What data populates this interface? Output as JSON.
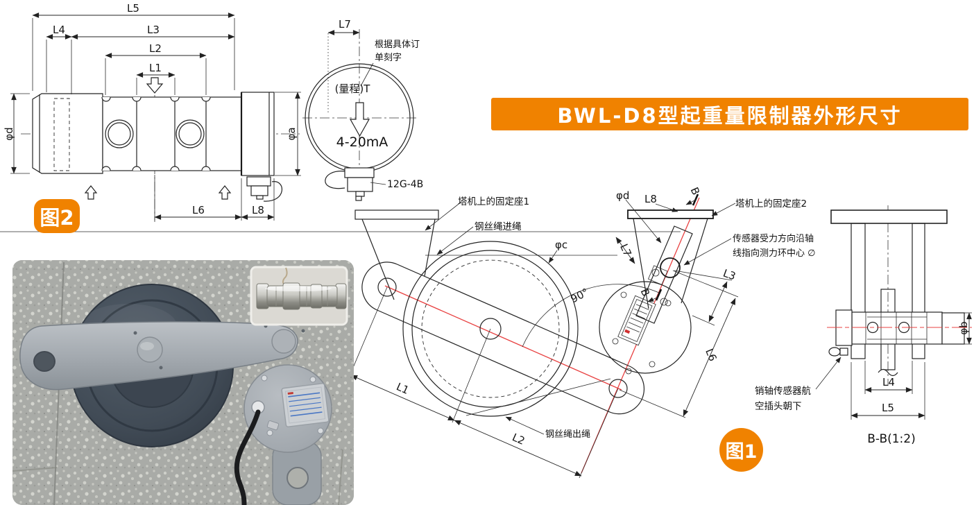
{
  "banner": {
    "text": "BWL-D8型起重量限制器外形尺寸"
  },
  "fig2": {
    "badge": "图2",
    "dim_l1": "L1",
    "dim_l2": "L2",
    "dim_l3": "L3",
    "dim_l4": "L4",
    "dim_l5": "L5",
    "dim_l6": "L6",
    "dim_l8": "L8",
    "phi_d": "φd",
    "phi_a": "φa"
  },
  "gauge": {
    "dim_l7": "L7",
    "note_line1": "根据具体订",
    "note_line2": "单刻字",
    "range": "(量程)T",
    "output": "4-20mA",
    "connector": "12G-4B"
  },
  "fig1": {
    "badge": "图1",
    "seat1": "塔机上的固定座1",
    "rope_in": "钢丝绳进绳",
    "rope_out": "钢丝绳出绳",
    "seat2": "塔机上的固定座2",
    "force_note1": "传感器受力方向沿轴",
    "force_note2": "线指向测力环中心 ∅",
    "plug_note1": "销轴传感器航",
    "plug_note2": "空插头朝下",
    "angle": "90°",
    "phi_c": "φc",
    "phi_d": "φd",
    "dim_l1": "L1",
    "dim_l2": "L2",
    "dim_l3": "L3",
    "dim_l6": "L6",
    "dim_l7": "L7",
    "dim_l8": "L8",
    "section_mark": "B"
  },
  "bb": {
    "title": "B-B(1:2)",
    "dim_l4": "L4",
    "dim_l5": "L5",
    "phi_b": "φb"
  },
  "colors": {
    "accent_orange": "#F08200",
    "line": "#222222",
    "red_line": "#E84040"
  }
}
